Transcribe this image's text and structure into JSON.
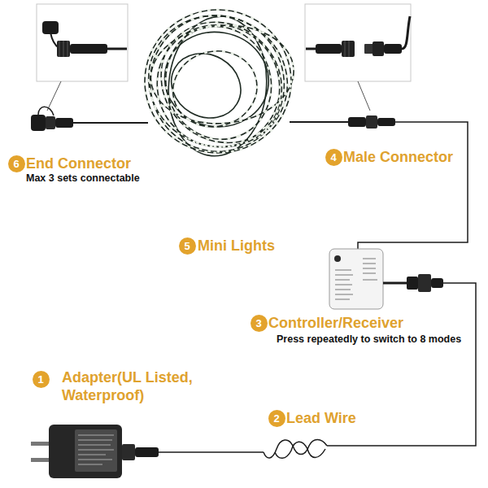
{
  "diagram": {
    "nodes": [
      {
        "text": [
          "6"
        ]
      },
      {
        "text": [
          "4"
        ]
      },
      {
        "text": [
          "5"
        ]
      },
      {
        "text": [
          "3"
        ]
      },
      {
        "text": [
          "1"
        ]
      },
      {
        "text": [
          "2"
        ]
      }
    ],
    "labels": [
      "End Connector",
      "Max 3 sets connectable",
      "Male Connector",
      "Mini Lights",
      "Controller/Receiver",
      "Press repeatedly to switch to 8 modes",
      "Adapter(UL Listed, Waterproof)",
      "Lead Wire"
    ]
  }
}
